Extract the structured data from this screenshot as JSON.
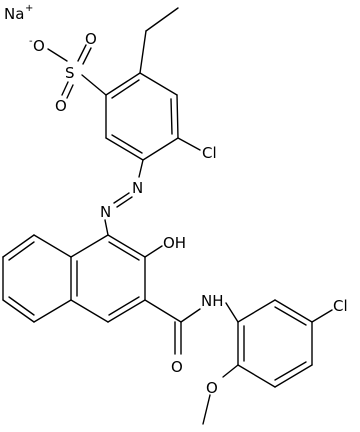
{
  "molecule": {
    "atom_labels": {
      "sodium": "Na",
      "sodium_charge": "+",
      "oxide_o": "O",
      "oxide_charge": "-",
      "sulfur": "S",
      "sulfonyl_o": "O",
      "chloro_top": "Cl",
      "azo_n1": "N",
      "azo_n2": "N",
      "hydroxyl": "OH",
      "amide_nh": "NH",
      "amide_o": "O",
      "chloro_right": "Cl",
      "methoxy_o": "O"
    },
    "colors": {
      "bond": "#000000",
      "label": "#000000",
      "background": "#ffffff"
    }
  }
}
